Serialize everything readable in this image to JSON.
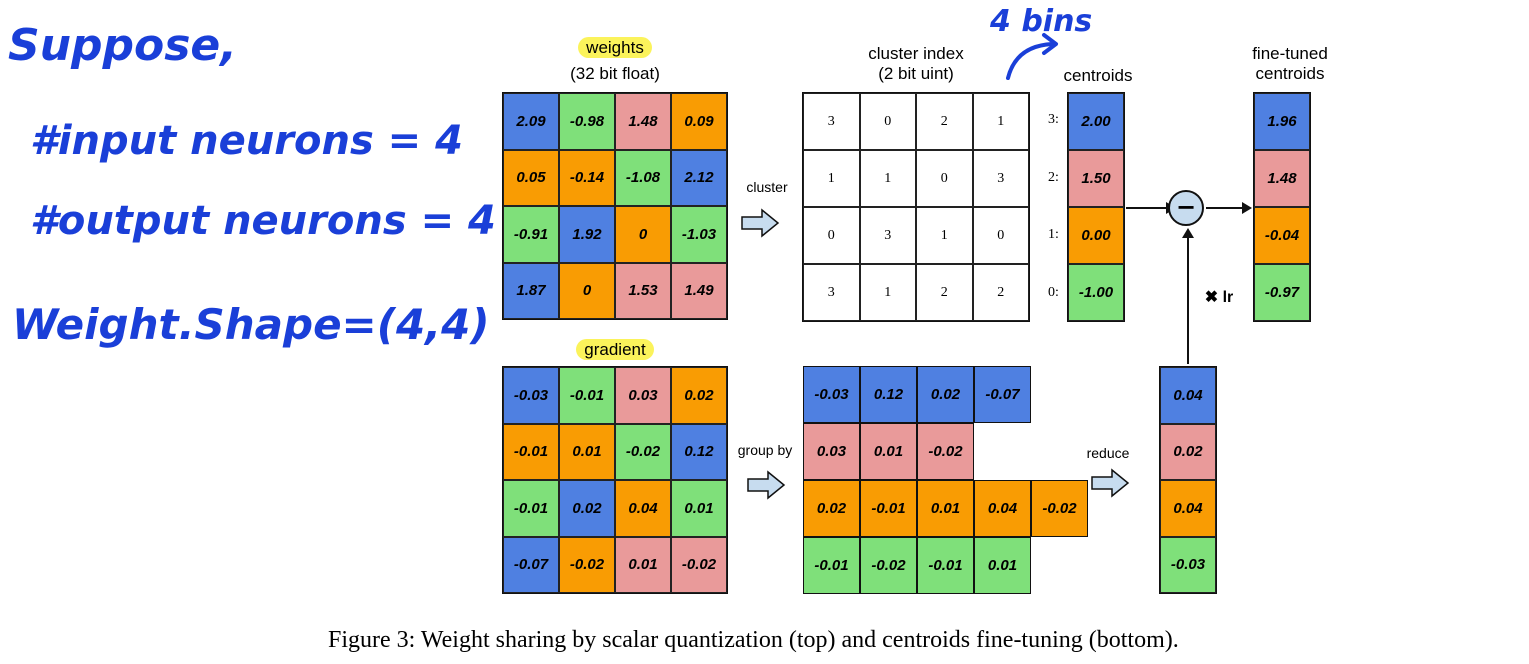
{
  "colors": {
    "blue": "#4f80e1",
    "green": "#7fe07a",
    "pink": "#e99a9a",
    "orange": "#f99c03",
    "highlight": "#fbf35b",
    "ink": "#1a3fd8"
  },
  "notes": {
    "suppose": "Suppose,",
    "input": "#input neurons = 4",
    "output": "#output neurons = 4",
    "shape": "Weight.Shape=(4,4)",
    "bins": "4 bins"
  },
  "labels": {
    "weights": "weights",
    "weights_sub": "(32 bit float)",
    "cluster_index": "cluster index",
    "cluster_index_sub": "(2 bit uint)",
    "centroids": "centroids",
    "fine_tuned": "fine-tuned",
    "fine_tuned_sub": "centroids",
    "cluster": "cluster",
    "gradient": "gradient",
    "group_by": "group by",
    "reduce": "reduce",
    "lr": "✖ lr",
    "minus": "−"
  },
  "weights": [
    [
      {
        "v": "2.09",
        "c": "blue"
      },
      {
        "v": "-0.98",
        "c": "green"
      },
      {
        "v": "1.48",
        "c": "pink"
      },
      {
        "v": "0.09",
        "c": "orange"
      }
    ],
    [
      {
        "v": "0.05",
        "c": "orange"
      },
      {
        "v": "-0.14",
        "c": "orange"
      },
      {
        "v": "-1.08",
        "c": "green"
      },
      {
        "v": "2.12",
        "c": "blue"
      }
    ],
    [
      {
        "v": "-0.91",
        "c": "green"
      },
      {
        "v": "1.92",
        "c": "blue"
      },
      {
        "v": "0",
        "c": "orange"
      },
      {
        "v": "-1.03",
        "c": "green"
      }
    ],
    [
      {
        "v": "1.87",
        "c": "blue"
      },
      {
        "v": "0",
        "c": "orange"
      },
      {
        "v": "1.53",
        "c": "pink"
      },
      {
        "v": "1.49",
        "c": "pink"
      }
    ]
  ],
  "cluster_index": [
    [
      "3",
      "0",
      "2",
      "1"
    ],
    [
      "1",
      "1",
      "0",
      "3"
    ],
    [
      "0",
      "3",
      "1",
      "0"
    ],
    [
      "3",
      "1",
      "2",
      "2"
    ]
  ],
  "centroids": [
    {
      "i": "3:",
      "v": "2.00",
      "c": "blue"
    },
    {
      "i": "2:",
      "v": "1.50",
      "c": "pink"
    },
    {
      "i": "1:",
      "v": "0.00",
      "c": "orange"
    },
    {
      "i": "0:",
      "v": "-1.00",
      "c": "green"
    }
  ],
  "fine_tuned": [
    {
      "v": "1.96",
      "c": "blue"
    },
    {
      "v": "1.48",
      "c": "pink"
    },
    {
      "v": "-0.04",
      "c": "orange"
    },
    {
      "v": "-0.97",
      "c": "green"
    }
  ],
  "gradient": [
    [
      {
        "v": "-0.03",
        "c": "blue"
      },
      {
        "v": "-0.01",
        "c": "green"
      },
      {
        "v": "0.03",
        "c": "pink"
      },
      {
        "v": "0.02",
        "c": "orange"
      }
    ],
    [
      {
        "v": "-0.01",
        "c": "orange"
      },
      {
        "v": "0.01",
        "c": "orange"
      },
      {
        "v": "-0.02",
        "c": "green"
      },
      {
        "v": "0.12",
        "c": "blue"
      }
    ],
    [
      {
        "v": "-0.01",
        "c": "green"
      },
      {
        "v": "0.02",
        "c": "blue"
      },
      {
        "v": "0.04",
        "c": "orange"
      },
      {
        "v": "0.01",
        "c": "green"
      }
    ],
    [
      {
        "v": "-0.07",
        "c": "blue"
      },
      {
        "v": "-0.02",
        "c": "orange"
      },
      {
        "v": "0.01",
        "c": "pink"
      },
      {
        "v": "-0.02",
        "c": "pink"
      }
    ]
  ],
  "grouped": [
    {
      "c": "blue",
      "values": [
        "-0.03",
        "0.12",
        "0.02",
        "-0.07"
      ]
    },
    {
      "c": "pink",
      "values": [
        "0.03",
        "0.01",
        "-0.02"
      ]
    },
    {
      "c": "orange",
      "values": [
        "0.02",
        "-0.01",
        "0.01",
        "0.04",
        "-0.02"
      ]
    },
    {
      "c": "green",
      "values": [
        "-0.01",
        "-0.02",
        "-0.01",
        "0.01"
      ]
    }
  ],
  "reduced": [
    {
      "v": "0.04",
      "c": "blue"
    },
    {
      "v": "0.02",
      "c": "pink"
    },
    {
      "v": "0.04",
      "c": "orange"
    },
    {
      "v": "-0.03",
      "c": "green"
    }
  ],
  "caption": "Figure 3: Weight sharing by scalar quantization (top) and centroids fine-tuning (bottom)."
}
